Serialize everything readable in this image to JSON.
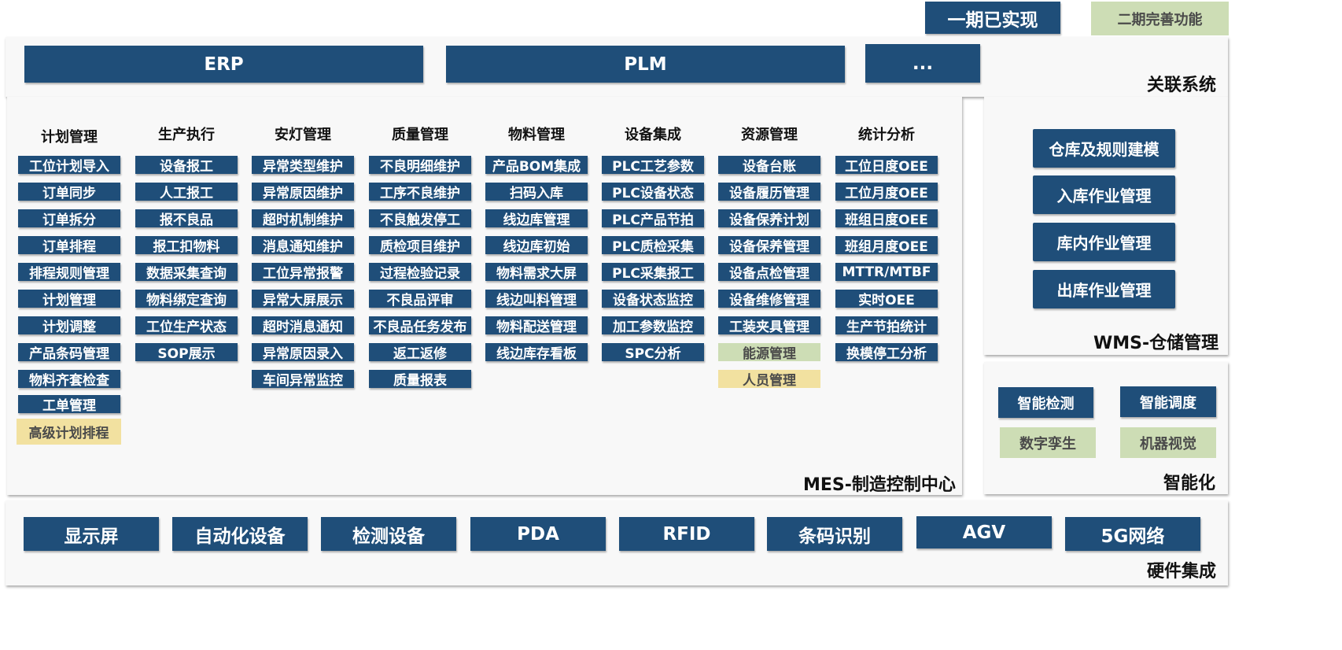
{
  "legend": {
    "phase1": "一期已实现",
    "phase2": "二期完善功能"
  },
  "related": {
    "title": "关联系统",
    "items": [
      "ERP",
      "PLM",
      "..."
    ]
  },
  "mes": {
    "title": "MES-制造控制中心",
    "columns": [
      {
        "title": "计划管理",
        "items": [
          {
            "label": "工位计划导入",
            "status": "done"
          },
          {
            "label": "订单同步",
            "status": "done"
          },
          {
            "label": "订单拆分",
            "status": "done"
          },
          {
            "label": "订单排程",
            "status": "done"
          },
          {
            "label": "排程规则管理",
            "status": "done"
          },
          {
            "label": "计划管理",
            "status": "done"
          },
          {
            "label": "计划调整",
            "status": "done"
          },
          {
            "label": "产品条码管理",
            "status": "done"
          },
          {
            "label": "物料齐套检查",
            "status": "done"
          },
          {
            "label": "工单管理",
            "status": "done"
          },
          {
            "label": "高级计划排程",
            "status": "yellow"
          }
        ]
      },
      {
        "title": "生产执行",
        "items": [
          {
            "label": "设备报工",
            "status": "done"
          },
          {
            "label": "人工报工",
            "status": "done"
          },
          {
            "label": "报不良品",
            "status": "done"
          },
          {
            "label": "报工扣物料",
            "status": "done"
          },
          {
            "label": "数据采集查询",
            "status": "done"
          },
          {
            "label": "物料绑定查询",
            "status": "done"
          },
          {
            "label": "工位生产状态",
            "status": "done"
          },
          {
            "label": "SOP展示",
            "status": "done"
          }
        ]
      },
      {
        "title": "安灯管理",
        "items": [
          {
            "label": "异常类型维护",
            "status": "done"
          },
          {
            "label": "异常原因维护",
            "status": "done"
          },
          {
            "label": "超时机制维护",
            "status": "done"
          },
          {
            "label": "消息通知维护",
            "status": "done"
          },
          {
            "label": "工位异常报警",
            "status": "done"
          },
          {
            "label": "异常大屏展示",
            "status": "done"
          },
          {
            "label": "超时消息通知",
            "status": "done"
          },
          {
            "label": "异常原因录入",
            "status": "done"
          },
          {
            "label": "车间异常监控",
            "status": "done"
          }
        ]
      },
      {
        "title": "质量管理",
        "items": [
          {
            "label": "不良明细维护",
            "status": "done"
          },
          {
            "label": "工序不良维护",
            "status": "done"
          },
          {
            "label": "不良触发停工",
            "status": "done"
          },
          {
            "label": "质检项目维护",
            "status": "done"
          },
          {
            "label": "过程检验记录",
            "status": "done"
          },
          {
            "label": "不良品评审",
            "status": "done"
          },
          {
            "label": "不良品任务发布",
            "status": "done"
          },
          {
            "label": "返工返修",
            "status": "done"
          },
          {
            "label": "质量报表",
            "status": "done"
          }
        ]
      },
      {
        "title": "物料管理",
        "items": [
          {
            "label": "产品BOM集成",
            "status": "done"
          },
          {
            "label": "扫码入库",
            "status": "done"
          },
          {
            "label": "线边库管理",
            "status": "done"
          },
          {
            "label": "线边库初始",
            "status": "done"
          },
          {
            "label": "物料需求大屏",
            "status": "done"
          },
          {
            "label": "线边叫料管理",
            "status": "done"
          },
          {
            "label": "物料配送管理",
            "status": "done"
          },
          {
            "label": "线边库存看板",
            "status": "done"
          }
        ]
      },
      {
        "title": "设备集成",
        "items": [
          {
            "label": "PLC工艺参数",
            "status": "done"
          },
          {
            "label": "PLC设备状态",
            "status": "done"
          },
          {
            "label": "PLC产品节拍",
            "status": "done"
          },
          {
            "label": "PLC质检采集",
            "status": "done"
          },
          {
            "label": "PLC采集报工",
            "status": "done"
          },
          {
            "label": "设备状态监控",
            "status": "done"
          },
          {
            "label": "加工参数监控",
            "status": "done"
          },
          {
            "label": "SPC分析",
            "status": "done"
          }
        ]
      },
      {
        "title": "资源管理",
        "items": [
          {
            "label": "设备台账",
            "status": "done"
          },
          {
            "label": "设备履历管理",
            "status": "done"
          },
          {
            "label": "设备保养计划",
            "status": "done"
          },
          {
            "label": "设备保养管理",
            "status": "done"
          },
          {
            "label": "设备点检管理",
            "status": "done"
          },
          {
            "label": "设备维修管理",
            "status": "done"
          },
          {
            "label": "工装夹具管理",
            "status": "done"
          },
          {
            "label": "能源管理",
            "status": "green"
          },
          {
            "label": "人员管理",
            "status": "yellow"
          }
        ]
      },
      {
        "title": "统计分析",
        "items": [
          {
            "label": "工位日度OEE",
            "status": "done"
          },
          {
            "label": "工位月度OEE",
            "status": "done"
          },
          {
            "label": "班组日度OEE",
            "status": "done"
          },
          {
            "label": "班组月度OEE",
            "status": "done"
          },
          {
            "label": "MTTR/MTBF",
            "status": "done"
          },
          {
            "label": "实时OEE",
            "status": "done"
          },
          {
            "label": "生产节拍统计",
            "status": "done"
          },
          {
            "label": "换模停工分析",
            "status": "done"
          }
        ]
      }
    ]
  },
  "wms": {
    "title": "WMS-仓储管理",
    "items": [
      "仓库及规则建模",
      "入库作业管理",
      "库内作业管理",
      "出库作业管理"
    ]
  },
  "smart": {
    "title": "智能化",
    "items": [
      {
        "label": "智能检测",
        "status": "done"
      },
      {
        "label": "智能调度",
        "status": "done"
      },
      {
        "label": "数字孪生",
        "status": "green"
      },
      {
        "label": "机器视觉",
        "status": "green"
      }
    ]
  },
  "hardware": {
    "title": "硬件集成",
    "items": [
      "显示屏",
      "自动化设备",
      "检测设备",
      "PDA",
      "RFID",
      "条码识别",
      "AGV",
      "5G网络"
    ]
  },
  "colors": {
    "done": "#1f4e79",
    "green": "#cdddb5",
    "yellow": "#f2e1a0"
  }
}
